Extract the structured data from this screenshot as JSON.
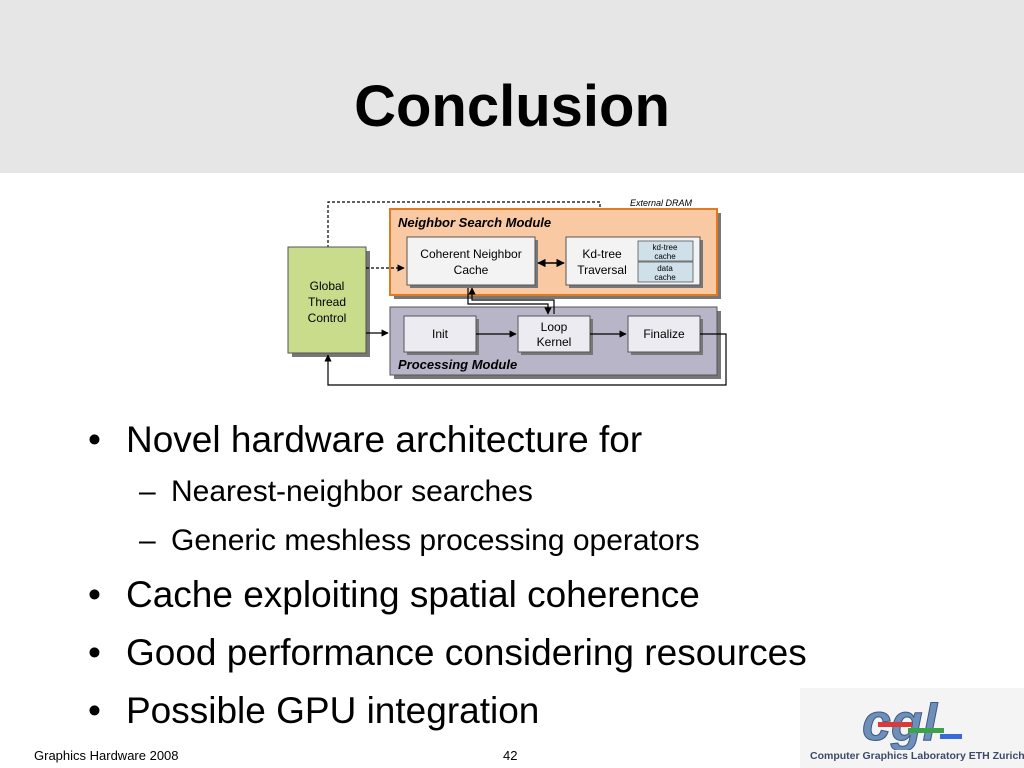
{
  "slide": {
    "title": "Conclusion",
    "footer_left": "Graphics Hardware 2008",
    "page_number": "42"
  },
  "diagram": {
    "external_dram": "External DRAM",
    "neighbor_search_module": "Neighbor Search Module",
    "coherent_neighbor_cache": [
      "Coherent Neighbor",
      "Cache"
    ],
    "kd_tree_traversal": [
      "Kd-tree",
      "Traversal"
    ],
    "kd_tree_cache": [
      "kd-tree",
      "cache"
    ],
    "data_cache": [
      "data",
      "cache"
    ],
    "global_thread_control": [
      "Global",
      "Thread",
      "Control"
    ],
    "init": "Init",
    "loop_kernel": [
      "Loop",
      "Kernel"
    ],
    "finalize": "Finalize",
    "processing_module": "Processing Module",
    "colors": {
      "neighbor_module_fill": "#f9c9a3",
      "neighbor_module_border": "#e07b22",
      "processing_module_fill": "#b9b5c9",
      "global_control_fill": "#c8dc8c",
      "cache_fill": "#cfe0ea"
    }
  },
  "bullets": [
    {
      "text": "Novel hardware architecture for",
      "level": 1
    },
    {
      "text": "Nearest-neighbor searches",
      "level": 2
    },
    {
      "text": "Generic meshless processing operators",
      "level": 2
    },
    {
      "text": "Cache exploiting spatial coherence",
      "level": 1
    },
    {
      "text": "Good performance considering resources",
      "level": 1
    },
    {
      "text": "Possible GPU integration",
      "level": 1
    }
  ],
  "logo": {
    "letters": "cgl",
    "caption": "Computer Graphics Laboratory ETH Zurich"
  }
}
